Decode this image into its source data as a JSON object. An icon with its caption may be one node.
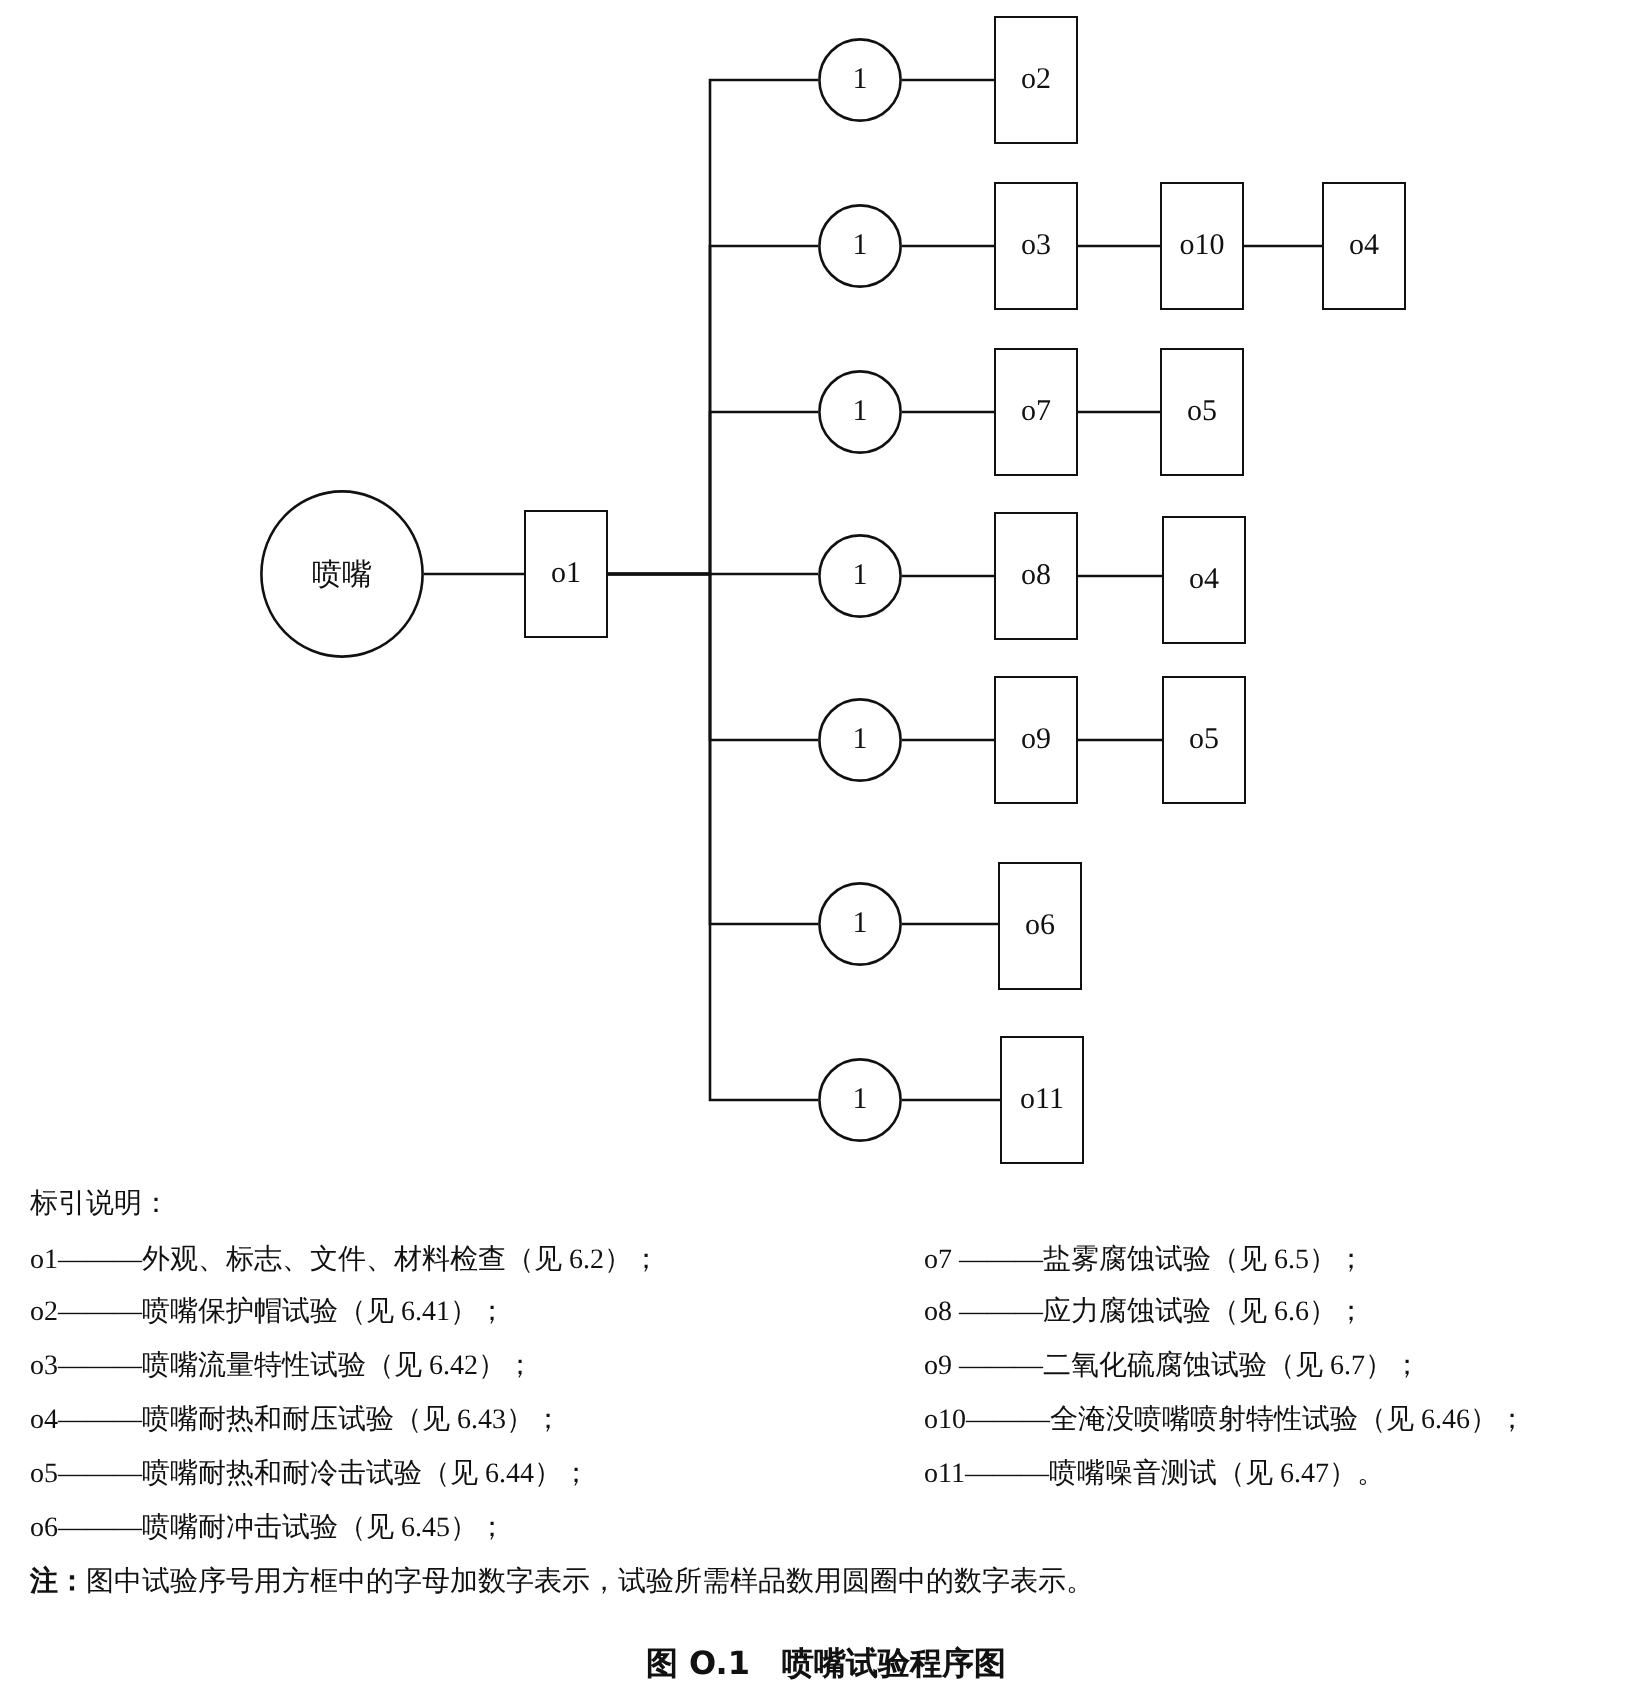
{
  "diagram": {
    "caption": "图 O.1　喷嘴试验程序图",
    "nodes": [
      {
        "text": [
          "喷嘴"
        ]
      },
      {
        "text": [
          "o1"
        ]
      },
      {
        "text": [
          "1"
        ]
      },
      {
        "text": [
          "o2"
        ]
      },
      {
        "text": [
          "1"
        ]
      },
      {
        "text": [
          "o3"
        ]
      },
      {
        "text": [
          "o10"
        ]
      },
      {
        "text": [
          "o4"
        ]
      },
      {
        "text": [
          "1"
        ]
      },
      {
        "text": [
          "o7"
        ]
      },
      {
        "text": [
          "o5"
        ]
      },
      {
        "text": [
          "1"
        ]
      },
      {
        "text": [
          "o8"
        ]
      },
      {
        "text": [
          "o4"
        ]
      },
      {
        "text": [
          "1"
        ]
      },
      {
        "text": [
          "o9"
        ]
      },
      {
        "text": [
          "o5"
        ]
      },
      {
        "text": [
          "1"
        ]
      },
      {
        "text": [
          "o6"
        ]
      },
      {
        "text": [
          "1"
        ]
      },
      {
        "text": [
          "o11"
        ]
      }
    ],
    "edges": [
      {
        "from": 0,
        "to": 1,
        "arrow": "none"
      },
      {
        "from": 1,
        "to": 2,
        "arrow": "none"
      },
      {
        "from": 2,
        "to": 3,
        "arrow": "none"
      },
      {
        "from": 1,
        "to": 4,
        "arrow": "none"
      },
      {
        "from": 4,
        "to": 5,
        "arrow": "none"
      },
      {
        "from": 5,
        "to": 6,
        "arrow": "none"
      },
      {
        "from": 6,
        "to": 7,
        "arrow": "none"
      },
      {
        "from": 1,
        "to": 8,
        "arrow": "none"
      },
      {
        "from": 8,
        "to": 9,
        "arrow": "none"
      },
      {
        "from": 9,
        "to": 10,
        "arrow": "none"
      },
      {
        "from": 1,
        "to": 11,
        "arrow": "none"
      },
      {
        "from": 11,
        "to": 12,
        "arrow": "none"
      },
      {
        "from": 12,
        "to": 13,
        "arrow": "none"
      },
      {
        "from": 1,
        "to": 14,
        "arrow": "none"
      },
      {
        "from": 14,
        "to": 15,
        "arrow": "none"
      },
      {
        "from": 15,
        "to": 16,
        "arrow": "none"
      },
      {
        "from": 1,
        "to": 17,
        "arrow": "none"
      },
      {
        "from": 17,
        "to": 18,
        "arrow": "none"
      },
      {
        "from": 1,
        "to": 19,
        "arrow": "none"
      },
      {
        "from": 19,
        "to": 20,
        "arrow": "none"
      }
    ],
    "labels": [
      "标引说明：",
      "o1———外观、标志、文件、材料检查（见 6.2）；",
      "o7 ———盐雾腐蚀试验（见 6.5）；",
      "o2———喷嘴保护帽试验（见 6.41）；",
      "o8 ———应力腐蚀试验（见 6.6）；",
      "o3———喷嘴流量特性试验（见 6.42）；",
      "o9 ———二氧化硫腐蚀试验（见 6.7）；",
      "o4———喷嘴耐热和耐压试验（见 6.43）；",
      "o10———全淹没喷嘴喷射特性试验（见 6.46）；",
      "o5———喷嘴耐热和耐冷击试验（见 6.44）；",
      "o11———喷嘴噪音测试（见 6.47）。",
      "o6———喷嘴耐冲击试验（见 6.45）；",
      "**注：**图中试验序号用方框中的字母加数字表示，试验所需样品数用圆圈中的数字表示。"
    ]
  }
}
